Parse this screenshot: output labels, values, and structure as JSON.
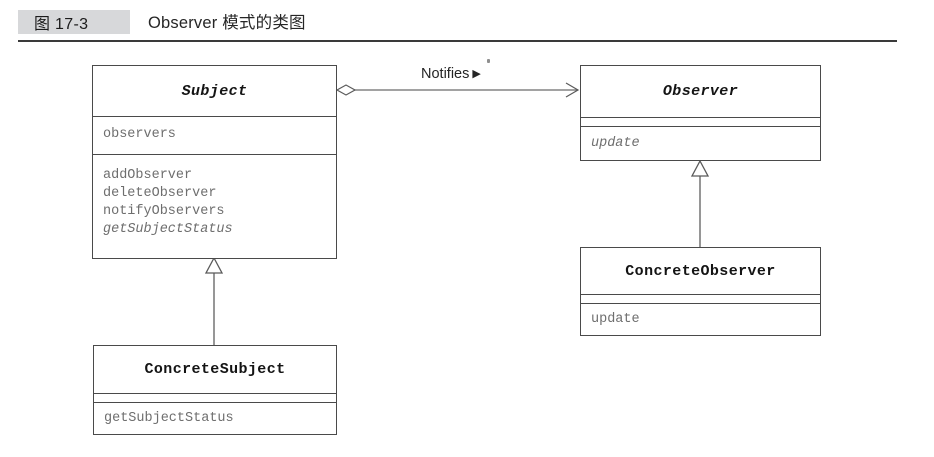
{
  "caption": {
    "number": "图 17-3",
    "title": "Observer 模式的类图",
    "accent_color": "#4d4d4f",
    "badge_color": "#d7d8da",
    "rule_color": "#3a3a3a"
  },
  "diagram": {
    "type": "uml-class-diagram",
    "line_color": "#4a4a4a",
    "classes": [
      {
        "id": "subject",
        "name": "Subject",
        "abstract": true,
        "attributes": [
          "observers"
        ],
        "operations": [
          "addObserver",
          "deleteObserver",
          "notifyObservers",
          "getSubjectStatus"
        ],
        "abstract_operations": [
          "getSubjectStatus"
        ]
      },
      {
        "id": "observer",
        "name": "Observer",
        "abstract": true,
        "attributes": [],
        "operations": [
          "update"
        ],
        "abstract_operations": [
          "update"
        ]
      },
      {
        "id": "concrete-observer",
        "name": "ConcreteObserver",
        "abstract": false,
        "attributes": [],
        "operations": [
          "update"
        ],
        "abstract_operations": []
      },
      {
        "id": "concrete-subject",
        "name": "ConcreteSubject",
        "abstract": false,
        "attributes": [],
        "operations": [
          "getSubjectStatus"
        ],
        "abstract_operations": []
      }
    ],
    "relationships": [
      {
        "id": "subject-notifies-observer",
        "kind": "aggregation",
        "from": "subject",
        "to": "observer",
        "label": "Notifies",
        "direction_marker": "▶"
      },
      {
        "id": "concretesubject-extends-subject",
        "kind": "generalization",
        "from": "concrete-subject",
        "to": "subject",
        "label": ""
      },
      {
        "id": "concreteobserver-extends-observer",
        "kind": "generalization",
        "from": "concrete-observer",
        "to": "observer",
        "label": ""
      }
    ]
  },
  "labels": {
    "subject_title": "Subject",
    "subject_attr_0": "observers",
    "subject_op_0": "addObserver",
    "subject_op_1": "deleteObserver",
    "subject_op_2": "notifyObservers",
    "subject_op_3": "getSubjectStatus",
    "observer_title": "Observer",
    "observer_op_0": "update",
    "concrete_observer_title": "ConcreteObserver",
    "concrete_observer_op_0": "update",
    "concrete_subject_title": "ConcreteSubject",
    "concrete_subject_op_0": "getSubjectStatus",
    "notifies": "Notifies",
    "notifies_arrow": "▶"
  }
}
